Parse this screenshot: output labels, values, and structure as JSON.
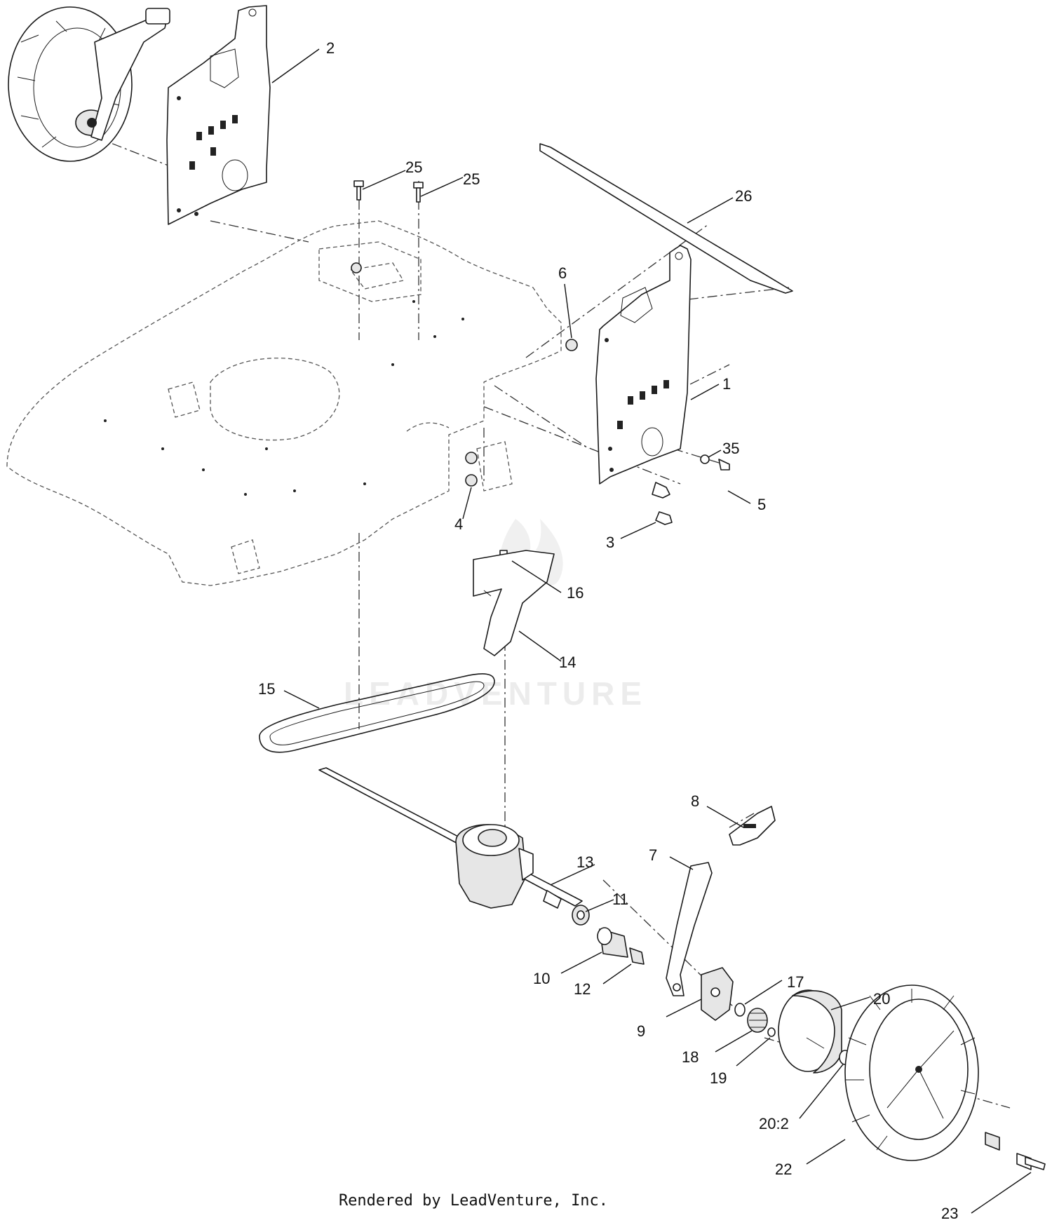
{
  "watermark": "LEADVENTURE",
  "footer": "Rendered by LeadVenture, Inc.",
  "callouts": {
    "c1": "1",
    "c2": "2",
    "c3": "3",
    "c4": "4",
    "c5": "5",
    "c6": "6",
    "c7": "7",
    "c8": "8",
    "c9": "9",
    "c10": "10",
    "c11": "11",
    "c12": "12",
    "c13": "13",
    "c14": "14",
    "c15": "15",
    "c16": "16",
    "c17": "17",
    "c18": "18",
    "c19": "19",
    "c20": "20",
    "c20_2": "20:2",
    "c22": "22",
    "c23": "23",
    "c25a": "25",
    "c25b": "25",
    "c26": "26",
    "c35": "35"
  }
}
